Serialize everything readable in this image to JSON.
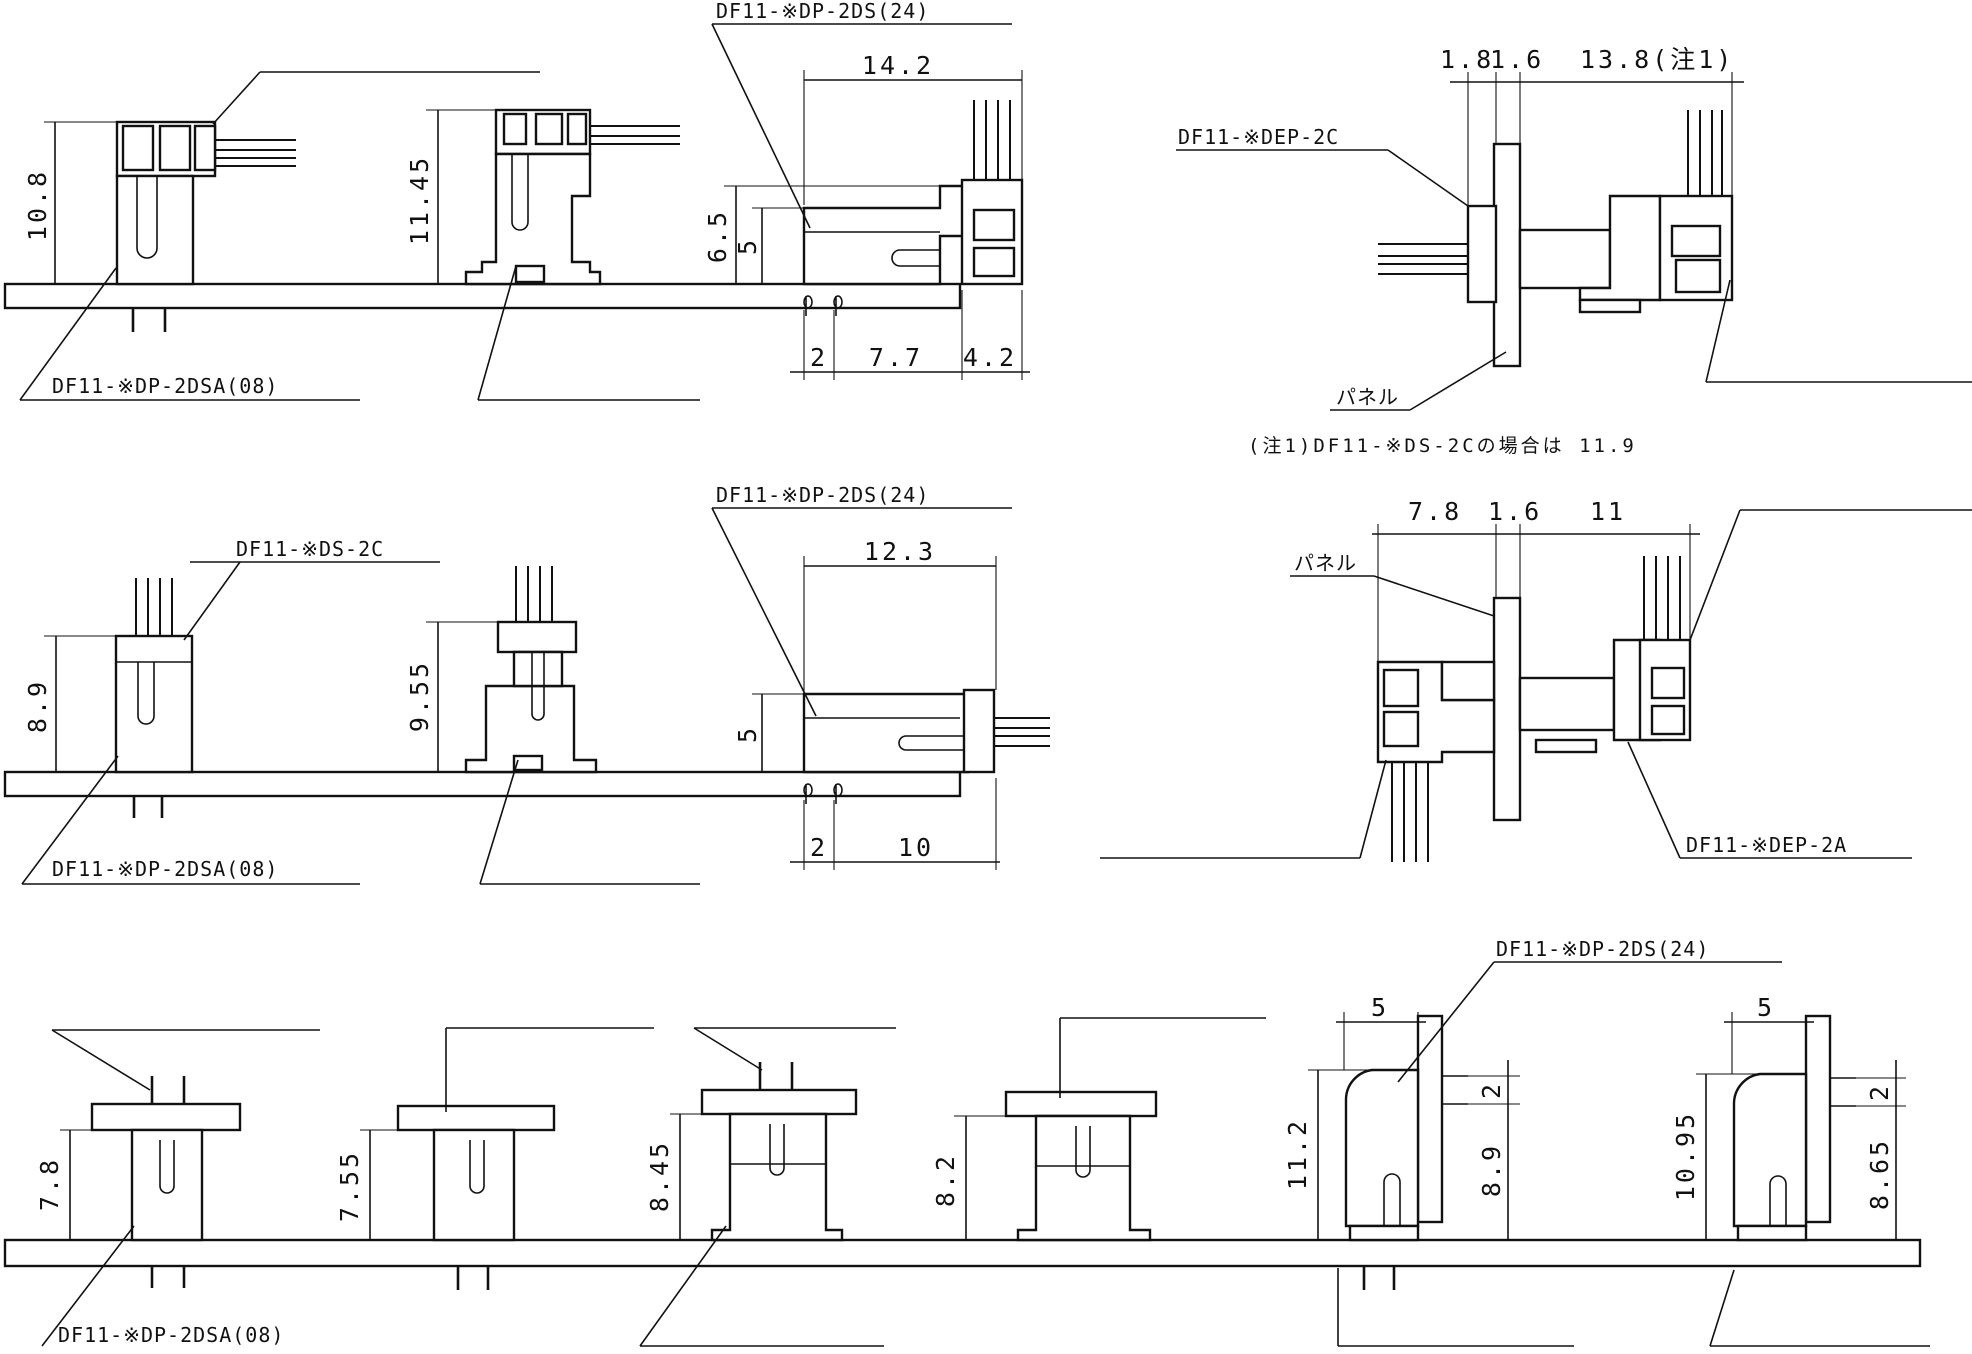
{
  "colors": {
    "ink": "#111111",
    "paper": "#ffffff"
  },
  "labels": {
    "dp_2ds_24": "DF11-※DP-2DS(24)",
    "dp_2dsa_08": "DF11-※DP-2DSA(08)",
    "ds_2c": "DF11-※DS-2C",
    "dep_2c": "DF11-※DEP-2C",
    "dep_2a": "DF11-※DEP-2A",
    "panel": "パネル"
  },
  "note": "(注1)DF11-※DS-2Cの場合は 11.9",
  "dims": {
    "r1_a_h": "10.8",
    "r1_b_h": "11.45",
    "r1_c_w": "14.2",
    "r1_c_h1": "6.5",
    "r1_c_h2": "5",
    "r1_c_p": "2",
    "r1_c_m": "7.7",
    "r1_c_r": "4.2",
    "r1_d_a": "1.8",
    "r1_d_b": "1.6",
    "r1_d_c": "13.8(注1)",
    "r2_a_h": "8.9",
    "r2_b_h": "9.55",
    "r2_c_w": "12.3",
    "r2_c_h": "5",
    "r2_c_p": "2",
    "r2_c_m": "10",
    "r2_d_a": "7.8",
    "r2_d_b": "1.6",
    "r2_d_c": "11",
    "r3_a_h": "7.8",
    "r3_b_h": "7.55",
    "r3_c_h": "8.45",
    "r3_d_h": "8.2",
    "r3_e_w": "5",
    "r3_e_h": "11.2",
    "r3_e_p": "2",
    "r3_e_h2": "8.9",
    "r3_f_w": "5",
    "r3_f_h": "10.95",
    "r3_f_p": "2",
    "r3_f_h2": "8.65"
  }
}
